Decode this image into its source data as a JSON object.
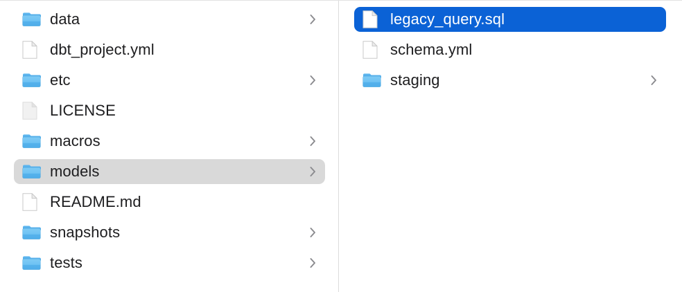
{
  "window": {
    "title": "Finder Column View",
    "accent_blue": "#0b62d6",
    "inactive_selection_gray": "#d9d9d9",
    "divider_color": "#dcdcdc",
    "text_color": "#1d1d1f",
    "chevron_color": "#8a8a8e"
  },
  "columns": [
    {
      "name": "parent-column",
      "items": [
        {
          "label": "data",
          "kind": "folder",
          "has_chevron": true,
          "selected": "none"
        },
        {
          "label": "dbt_project.yml",
          "kind": "file",
          "has_chevron": false,
          "selected": "none"
        },
        {
          "label": "etc",
          "kind": "folder",
          "has_chevron": true,
          "selected": "none"
        },
        {
          "label": "LICENSE",
          "kind": "file-generic",
          "has_chevron": false,
          "selected": "none"
        },
        {
          "label": "macros",
          "kind": "folder",
          "has_chevron": true,
          "selected": "none"
        },
        {
          "label": "models",
          "kind": "folder",
          "has_chevron": true,
          "selected": "inactive"
        },
        {
          "label": "README.md",
          "kind": "file",
          "has_chevron": false,
          "selected": "none"
        },
        {
          "label": "snapshots",
          "kind": "folder",
          "has_chevron": true,
          "selected": "none"
        },
        {
          "label": "tests",
          "kind": "folder",
          "has_chevron": true,
          "selected": "none"
        }
      ]
    },
    {
      "name": "child-column",
      "items": [
        {
          "label": "legacy_query.sql",
          "kind": "file",
          "has_chevron": false,
          "selected": "active"
        },
        {
          "label": "schema.yml",
          "kind": "file",
          "has_chevron": false,
          "selected": "none"
        },
        {
          "label": "staging",
          "kind": "folder",
          "has_chevron": true,
          "selected": "none"
        }
      ]
    }
  ]
}
